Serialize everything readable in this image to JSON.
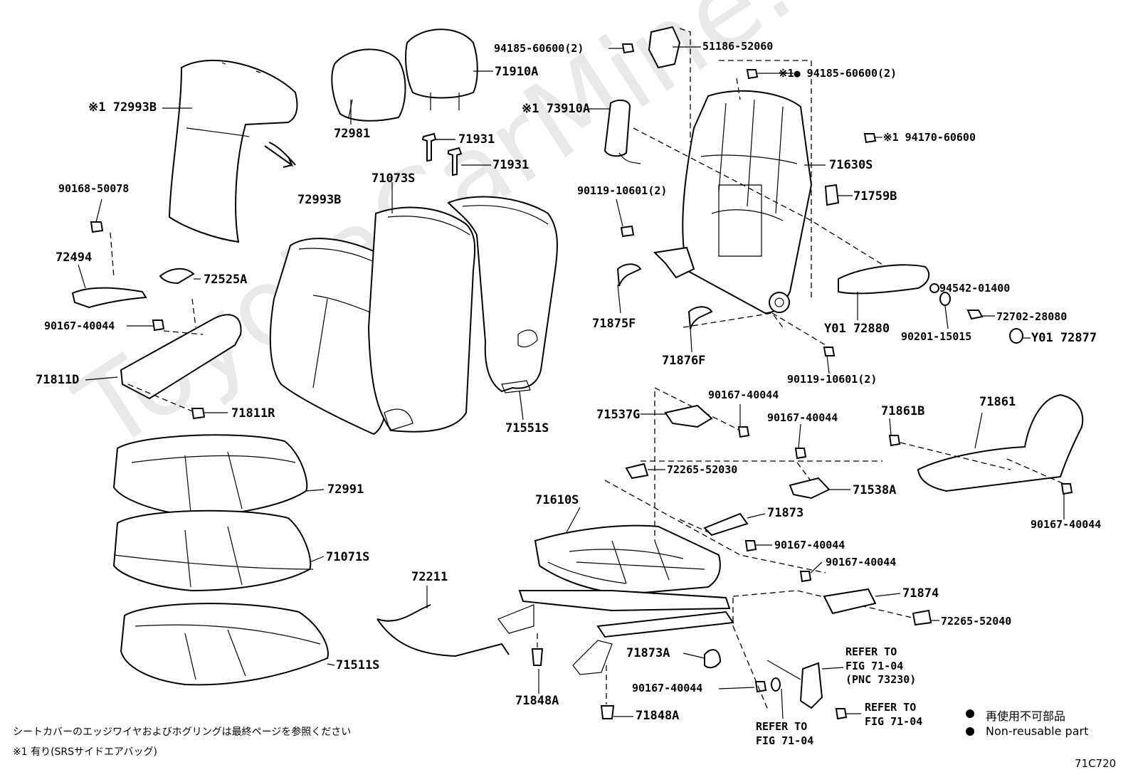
{
  "watermark": "ToyotaCarMine.ru",
  "figure_code": "71C720",
  "legend": {
    "symbol": "●",
    "ja": "再使用不可部品",
    "en": "Non-reusable part"
  },
  "notes": {
    "line1": "シートカバーのエッジワイヤおよびホグリングは最終ページを参照ください",
    "line2": "※1 有り(SRSサイドエアバッグ)"
  },
  "labels": {
    "l72993B_top": "※1 72993B",
    "l72993B": "72993B",
    "l72981": "72981",
    "l71910A": "71910A",
    "l71931a": "71931",
    "l71931b": "71931",
    "l71073S": "71073S",
    "l94185a": "94185-60600(2)",
    "l51186": "51186-52060",
    "l94185b": "※1● 94185-60600(2)",
    "l73910A": "※1 73910A",
    "l94170": "※1 94170-60600",
    "l71630S": "71630S",
    "l71759B": "71759B",
    "l90119a": "90119-10601(2)",
    "l90168": "90168-50078",
    "l72494": "72494",
    "l72525A": "72525A",
    "l90167a": "90167-40044",
    "l71811D": "71811D",
    "l71811R": "71811R",
    "l71875F": "71875F",
    "l71876F": "71876F",
    "l71551S": "71551S",
    "l94542": "94542-01400",
    "l72702": "72702-28080",
    "l90201": "90201-15015",
    "l72880": "Y01 72880",
    "l72877": "Y01 72877",
    "l90119b": "90119-10601(2)",
    "l90167b": "90167-40044",
    "l71537G": "71537G",
    "l90167c": "90167-40044",
    "l71861B": "71861B",
    "l71861": "71861",
    "l72265a": "72265-52030",
    "l71538A": "71538A",
    "l90167d": "90167-40044",
    "l72991": "72991",
    "l71610S": "71610S",
    "l71873": "71873",
    "l90167e": "90167-40044",
    "l90167f": "90167-40044",
    "l71071S": "71071S",
    "l72211": "72211",
    "l71874": "71874",
    "l72265b": "72265-52040",
    "l71511S": "71511S",
    "l71873A": "71873A",
    "l90167g": "90167-40044",
    "l71848A_a": "71848A",
    "l71848A_b": "71848A",
    "refer1_line1": "REFER TO",
    "refer1_line2": "FIG 71-04",
    "refer1_line3": "(PNC 73230)",
    "refer2_line1": "REFER TO",
    "refer2_line2": "FIG 71-04",
    "refer3_line1": "REFER TO",
    "refer3_line2": "FIG 71-04"
  }
}
